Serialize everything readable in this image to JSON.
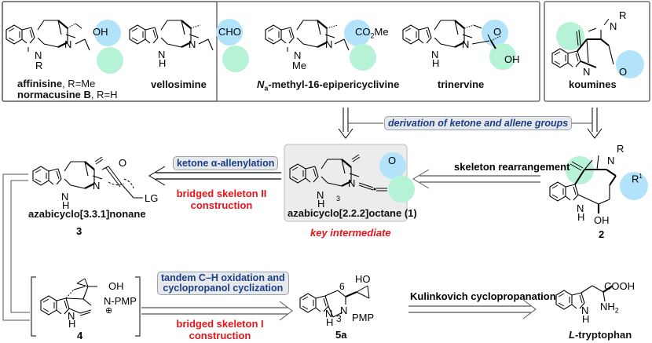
{
  "colors": {
    "highlight_blue": "#b3e3fb",
    "highlight_green": "#b6f2d6",
    "red_text": "#e8141b",
    "tag_text": "#1a3f86",
    "tag_bg": "#e6e8eb",
    "key_box_bg": "#ececec"
  },
  "top_box": {
    "compounds": [
      {
        "name": "affinisine",
        "suffix": ", R=Me",
        "n_sub": "R",
        "substituent": "OH"
      },
      {
        "name": "normacusine B",
        "suffix": ", R=H"
      },
      {
        "name": "vellosimine",
        "n_sub": "H",
        "substituent": "CHO"
      },
      {
        "name_prefix": "N",
        "name_prefix_sub": "a",
        "name": "-methyl-16-epipericyclivine",
        "n_sub": "Me",
        "substituent": "CO2Me"
      },
      {
        "name": "trinervine",
        "n_sub": "H",
        "substituent_o": "O",
        "substituent_oh": "OH"
      }
    ]
  },
  "koumine_box": {
    "name": "koumines",
    "n_r": "R",
    "n_label": "N",
    "o_label": "O"
  },
  "derivation_tag": "derivation of ketone and allene groups",
  "compound_1": {
    "name": "azabicyclo[2.2.2]octane (1)",
    "subtitle": "key intermediate",
    "position_label": "3",
    "ketone": "O"
  },
  "compound_2": {
    "number": "2",
    "r": "R",
    "r1": "R",
    "r1_sup": "1",
    "oh": "OH"
  },
  "compound_3": {
    "name": "azabicyclo[3.3.1]nonane",
    "number": "3",
    "lg": "LG",
    "ketone": "O"
  },
  "compound_4": {
    "number": "4",
    "oh": "OH",
    "pmp": "PMP",
    "charge": "⊕"
  },
  "compound_5a": {
    "number": "5a",
    "ho": "HO",
    "pmp": "PMP",
    "pos6": "6",
    "pos3": "3"
  },
  "tryptophan": {
    "name_prefix": "L",
    "name": "-tryptophan",
    "cooh": "COOH",
    "nh2": "NH",
    "nh2_sub": "2"
  },
  "arrows": {
    "skeleton_rearrangement": "skeleton rearrangement",
    "ketone_allenylation_tag": "ketone α-allenylation",
    "bridged_II_line1": "bridged skeleton II",
    "bridged_II_line2": "construction",
    "tandem_tag_line1": "tandem C–H oxidation and",
    "tandem_tag_line2": "cyclopropanol cyclization",
    "bridged_I_line1": "bridged skeleton I",
    "bridged_I_line2": "construction",
    "kulinkovich": "Kulinkovich cyclopropanation"
  },
  "atoms": {
    "N": "N",
    "H": "H"
  }
}
